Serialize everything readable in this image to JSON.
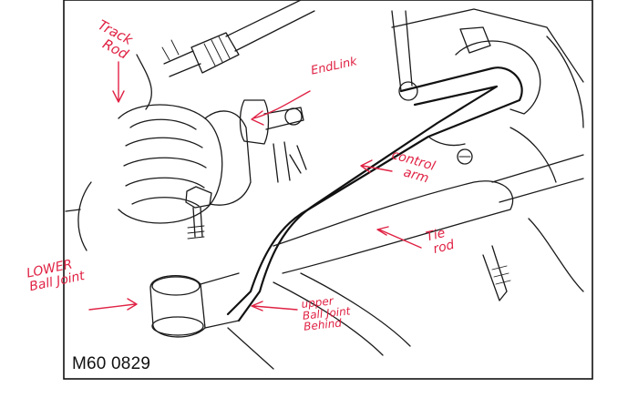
{
  "figure": {
    "code": "M60 0829"
  },
  "annotations": {
    "track_rod": "Track\n   Rod",
    "end_link": "EndLink",
    "control_arm": "control\n    arm",
    "tie_rod": "Tie\n rod",
    "lower_ball_joint": "LOWER\nBall Joint",
    "upper_ball_joint": "upper\nBall Joint\nBehind"
  },
  "colors": {
    "line_art": "#1a1a1a",
    "annotation_ink": "#e02244",
    "background": "#ffffff"
  }
}
